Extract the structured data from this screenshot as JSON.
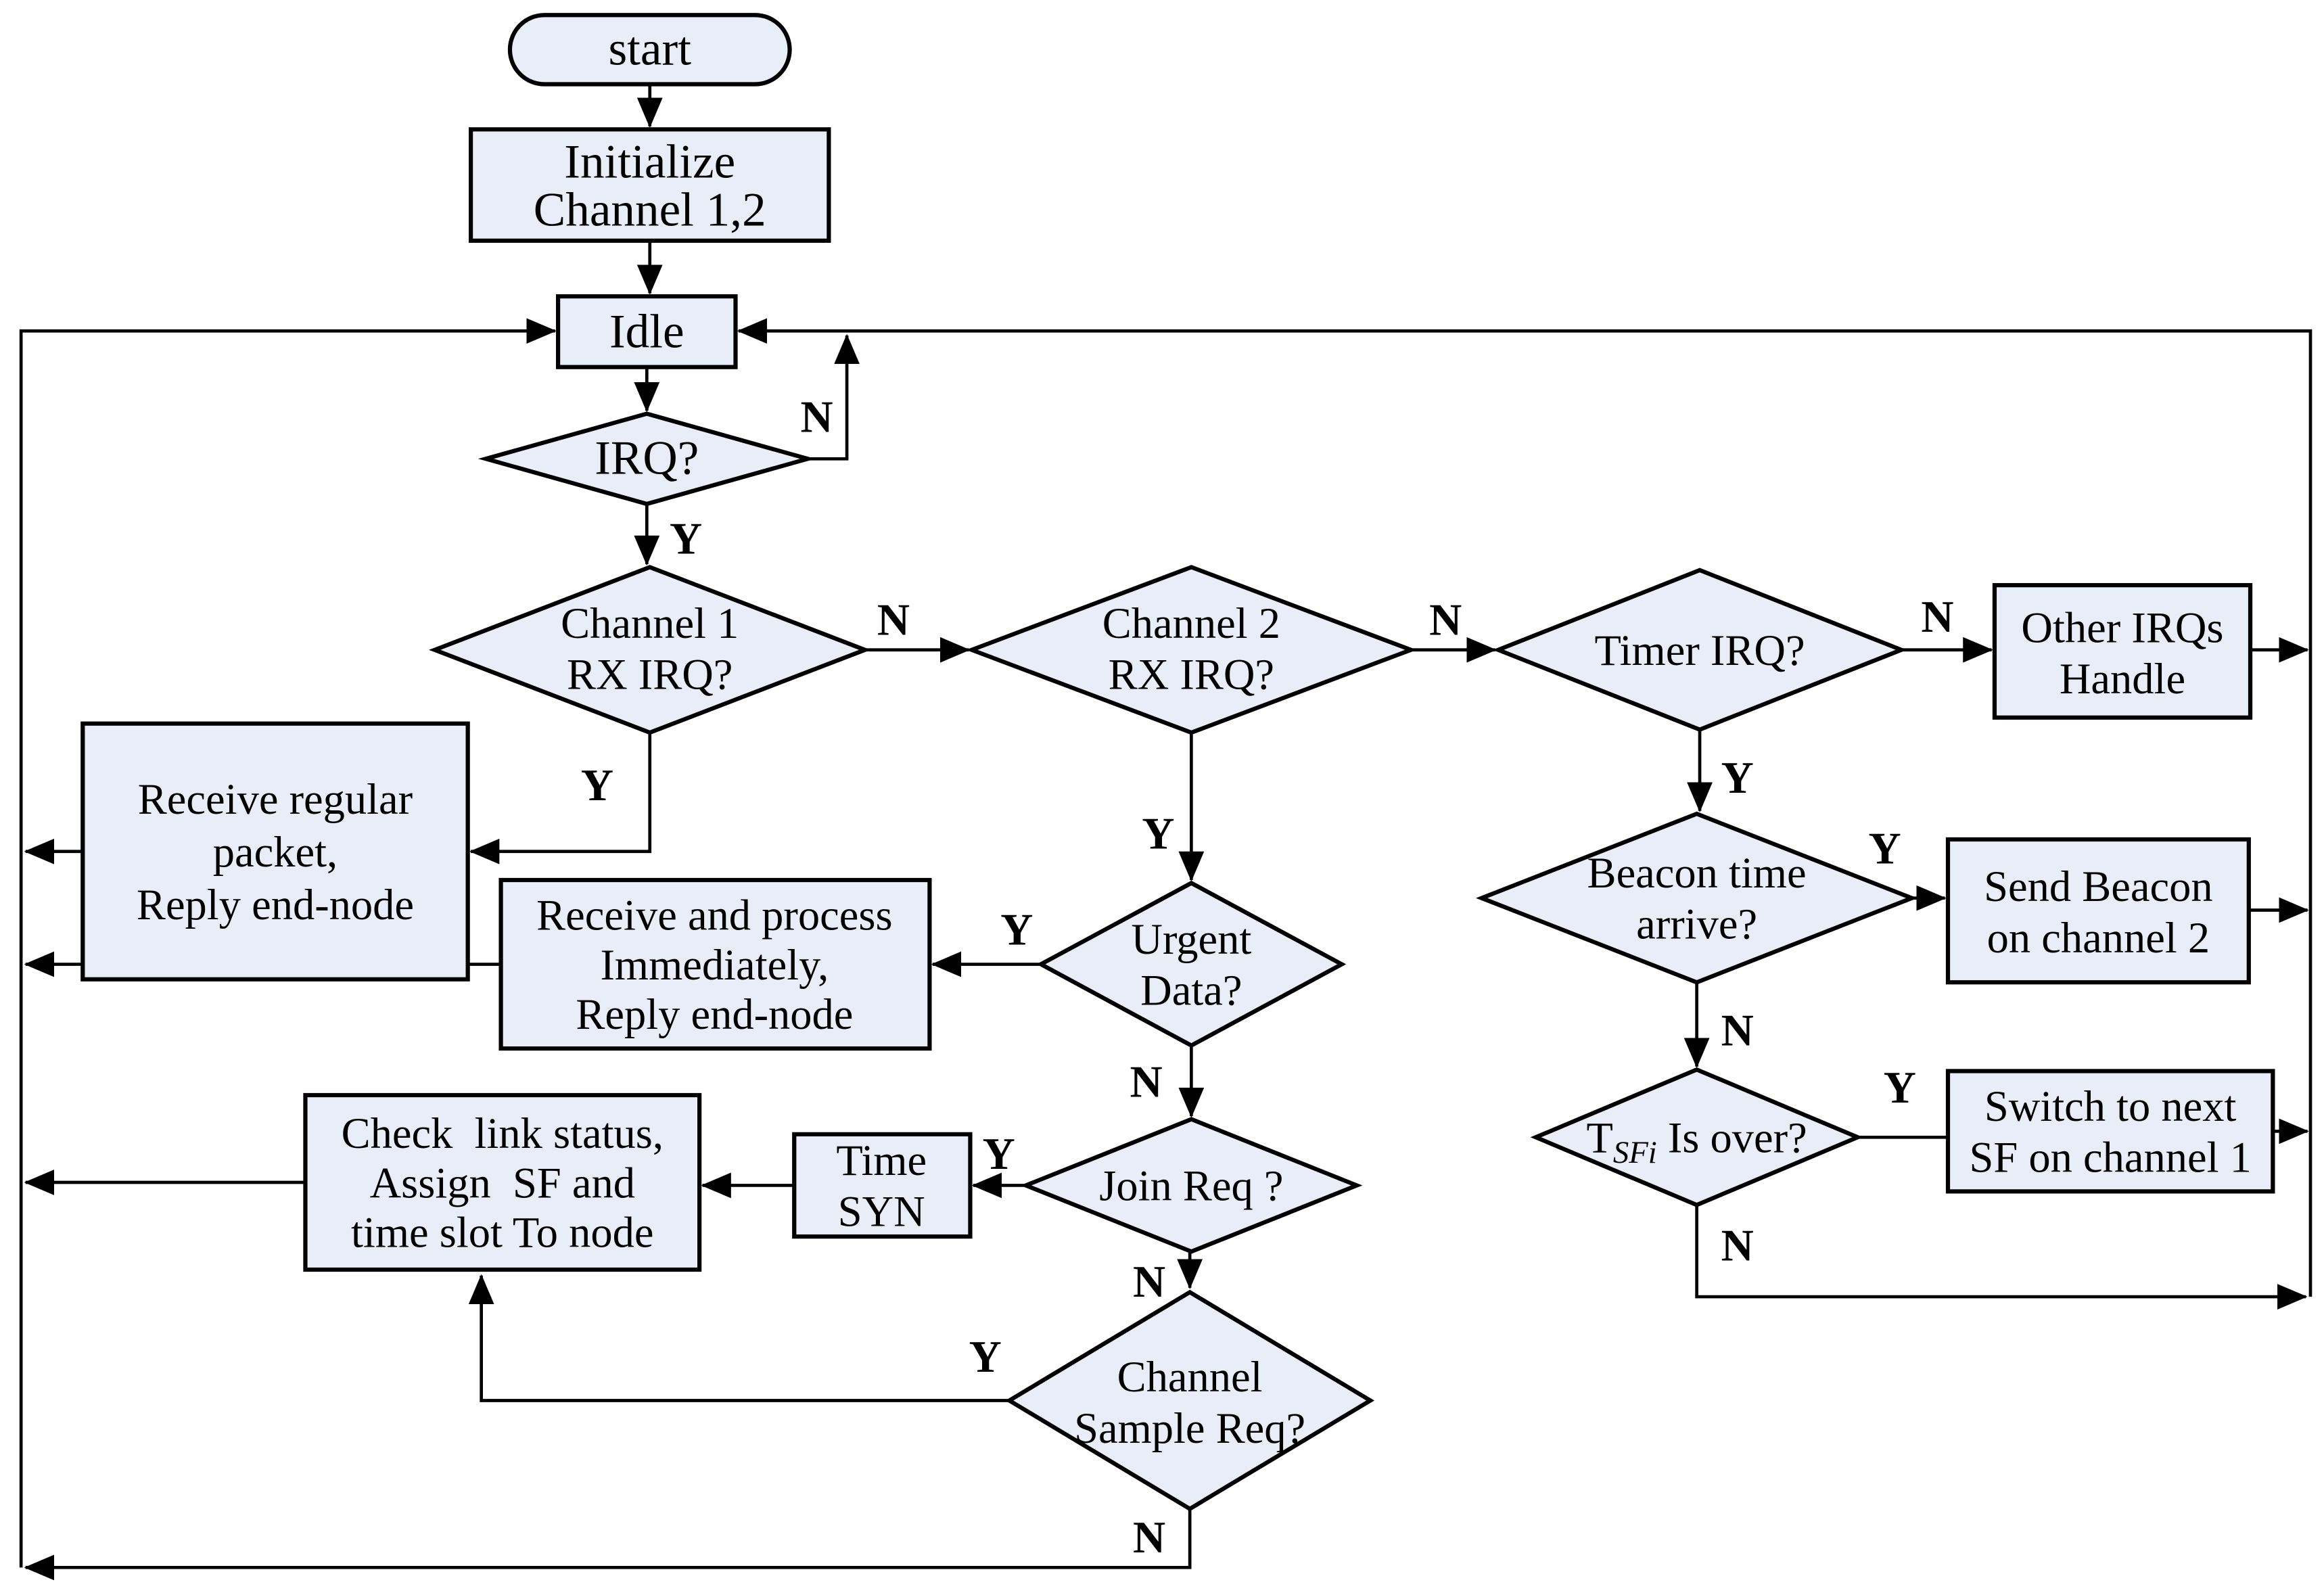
{
  "diagram": {
    "background": "#ffffff",
    "node_fill": "#e8edf8",
    "line_color": "#000000",
    "decision_labels": {
      "yes": "Y",
      "no": "N"
    },
    "nodes": {
      "start": {
        "label": "start"
      },
      "initialize": {
        "line1": "Initialize",
        "line2": "Channel 1,2"
      },
      "idle": {
        "label": "Idle"
      },
      "irq": {
        "label": "IRQ?"
      },
      "channel1_rx_irq": {
        "line1": "Channel 1",
        "line2": "RX IRQ?"
      },
      "channel2_rx_irq": {
        "line1": "Channel 2",
        "line2": "RX IRQ?"
      },
      "timer_irq": {
        "label": "Timer IRQ?"
      },
      "other_irqs_handle": {
        "line1": "Other IRQs",
        "line2": "Handle"
      },
      "receive_regular_packet": {
        "line1": "Receive regular",
        "line2": "packet,",
        "line3": "Reply end-node"
      },
      "urgent_data": {
        "line1": "Urgent",
        "line2": "Data?"
      },
      "receive_and_process": {
        "line1": "Receive and process",
        "line2": "Immediately,",
        "line3": "Reply end-node"
      },
      "join_req": {
        "label": "Join Req ?"
      },
      "time_syn": {
        "line1": "Time",
        "line2": "SYN"
      },
      "check_link_status": {
        "line1": "Check  link status,",
        "line2": "Assign  SF and",
        "line3": "time slot To node"
      },
      "channel_sample_req": {
        "line1": "Channel",
        "line2": "Sample Req?"
      },
      "beacon_time_arrive": {
        "line1": "Beacon time",
        "line2": "arrive?"
      },
      "send_beacon": {
        "line1": "Send Beacon",
        "line2": "on channel 2"
      },
      "t_sfi_is_over": {
        "prefix": "T",
        "subscript": "SFi",
        "suffix": " Is over?"
      },
      "switch_next_sf": {
        "line1": "Switch to next",
        "line2": "SF on channel 1"
      }
    }
  }
}
